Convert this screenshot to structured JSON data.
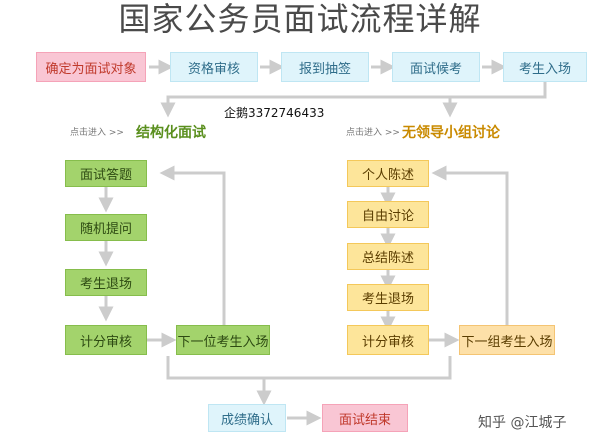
{
  "title": "国家公务员面试流程详解",
  "top_flow": [
    "确定为面试对象",
    "资格审核",
    "报到抽签",
    "面试候考",
    "考生入场"
  ],
  "contact": "企鹅3372746433",
  "left_section": {
    "hint": "点击进入 >>",
    "title": "结构化面试",
    "steps": [
      "面试答题",
      "随机提问",
      "考生退场",
      "计分审核"
    ],
    "next": "下一位考生入场"
  },
  "right_section": {
    "hint": "点击进入 >>",
    "title": "无领导小组讨论",
    "steps": [
      "个人陈述",
      "自由讨论",
      "总结陈述",
      "考生退场",
      "计分审核"
    ],
    "next": "下一组考生入场"
  },
  "bottom_flow": [
    "成绩确认",
    "面试结束"
  ],
  "watermark": "知乎 @江城子",
  "colors": {
    "pink": "#f9c6d4",
    "cyan": "#dff4fb",
    "green": "#a3d36c",
    "yellow": "#fde59a",
    "left_title": "#5a8f1e",
    "right_title": "#c98a00",
    "arrow": "#cccccc"
  }
}
